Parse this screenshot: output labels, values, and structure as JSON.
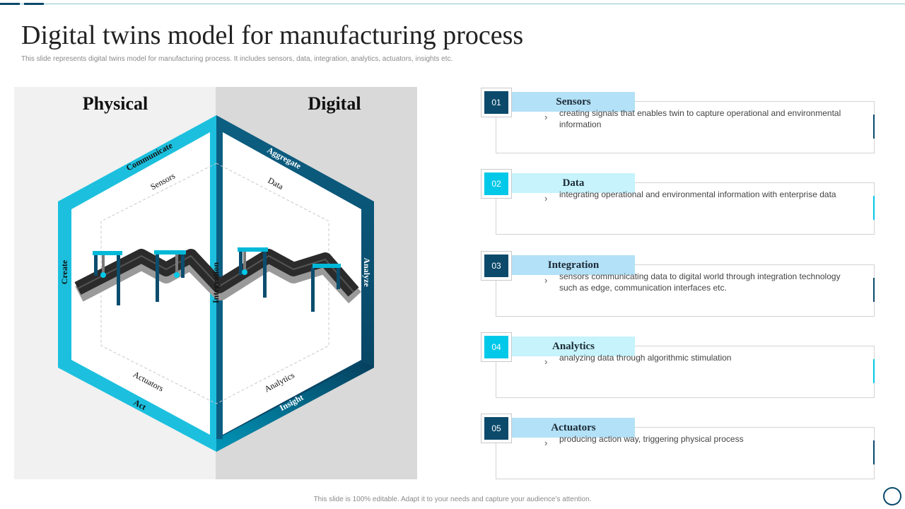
{
  "title": "Digital twins model for manufacturing process",
  "subtitle": "This slide represents digital twins model for manufacturing process. It includes sensors, data, integration, analytics, actuators, insights etc.",
  "footer": "This slide is 100% editable. Adapt it to your needs and capture your audience’s attention.",
  "colors": {
    "navy": "#0b4a6b",
    "cyan": "#00c8e8",
    "light_blue": "#b3e1f7",
    "light_cyan": "#c6f3fc"
  },
  "diagram": {
    "physical_label": "Physical",
    "digital_label": "Digital",
    "outer_labels": {
      "communicate": "Communicate",
      "aggregate": "Aggregate",
      "analyze": "Analyze",
      "insight": "Insight",
      "act": "Act",
      "create": "Create",
      "integration": "Integration"
    },
    "inner_labels": {
      "sensors": "Sensors",
      "data": "Data",
      "analytics": "Analytics",
      "actuators": "Actuators"
    }
  },
  "items": [
    {
      "number": "01",
      "label": "Sensors",
      "bullet": "›",
      "description": "creating signals that enables twin to capture operational and environmental information"
    },
    {
      "number": "02",
      "label": "Data",
      "bullet": "›",
      "description": "integrating operational and environmental information with enterprise data"
    },
    {
      "number": "03",
      "label": "Integration",
      "bullet": "›",
      "description": "sensors communicating data to digital world through integration technology such as edge, communication interfaces etc."
    },
    {
      "number": "04",
      "label": "Analytics",
      "bullet": "›",
      "description": "analyzing data through algorithmic stimulation"
    },
    {
      "number": "05",
      "label": "Actuators",
      "bullet": "›",
      "description": "producing action way, triggering physical process"
    }
  ]
}
